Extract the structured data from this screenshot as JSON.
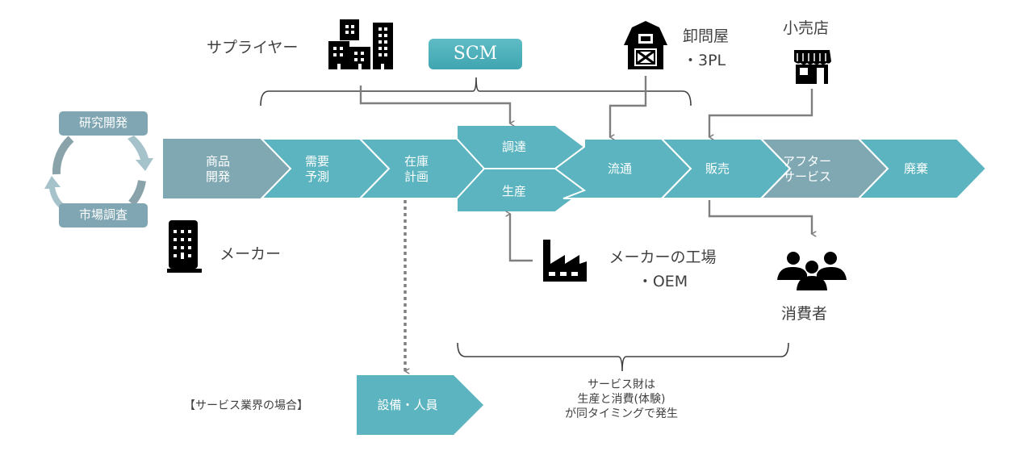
{
  "colors": {
    "teal": "#5bb4bf",
    "gray_blue": "#80a8b3",
    "arrow_gray": "#7f7f7f",
    "icon_black": "#000000",
    "text": "#404040"
  },
  "cycle": {
    "top_label": "研究開発",
    "bottom_label": "市場調査"
  },
  "value_chain": {
    "steps": [
      {
        "label": "商品\n開発",
        "style": "gray_blue"
      },
      {
        "label": "需要\n予測",
        "style": "teal"
      },
      {
        "label": "在庫\n計画",
        "style": "teal"
      },
      {
        "label": "調達",
        "style": "teal"
      },
      {
        "label": "生産",
        "style": "teal"
      },
      {
        "label": "流通",
        "style": "teal"
      },
      {
        "label": "販売",
        "style": "teal"
      },
      {
        "label": "アフター\nサービス",
        "style": "gray_blue"
      },
      {
        "label": "廃棄",
        "style": "teal"
      }
    ]
  },
  "actors": {
    "supplier": {
      "label": "サプライヤー",
      "icon": "city-buildings-icon"
    },
    "scm": {
      "label": "SCM"
    },
    "wholesaler": {
      "label": "卸問屋\n・3PL",
      "icon": "barn-warehouse-icon"
    },
    "retailer": {
      "label": "小売店",
      "icon": "storefront-icon"
    },
    "maker": {
      "label": "メーカー",
      "icon": "office-building-icon"
    },
    "factory": {
      "label": "メーカーの工場\n・OEM",
      "icon": "factory-icon"
    },
    "consumer": {
      "label": "消費者",
      "icon": "people-group-icon"
    }
  },
  "service_case": {
    "label": "【サービス業界の場合】",
    "step_label": "設備・人員",
    "note": "サービス財は\n生産と消費(体験)\nが同タイミングで発生"
  }
}
